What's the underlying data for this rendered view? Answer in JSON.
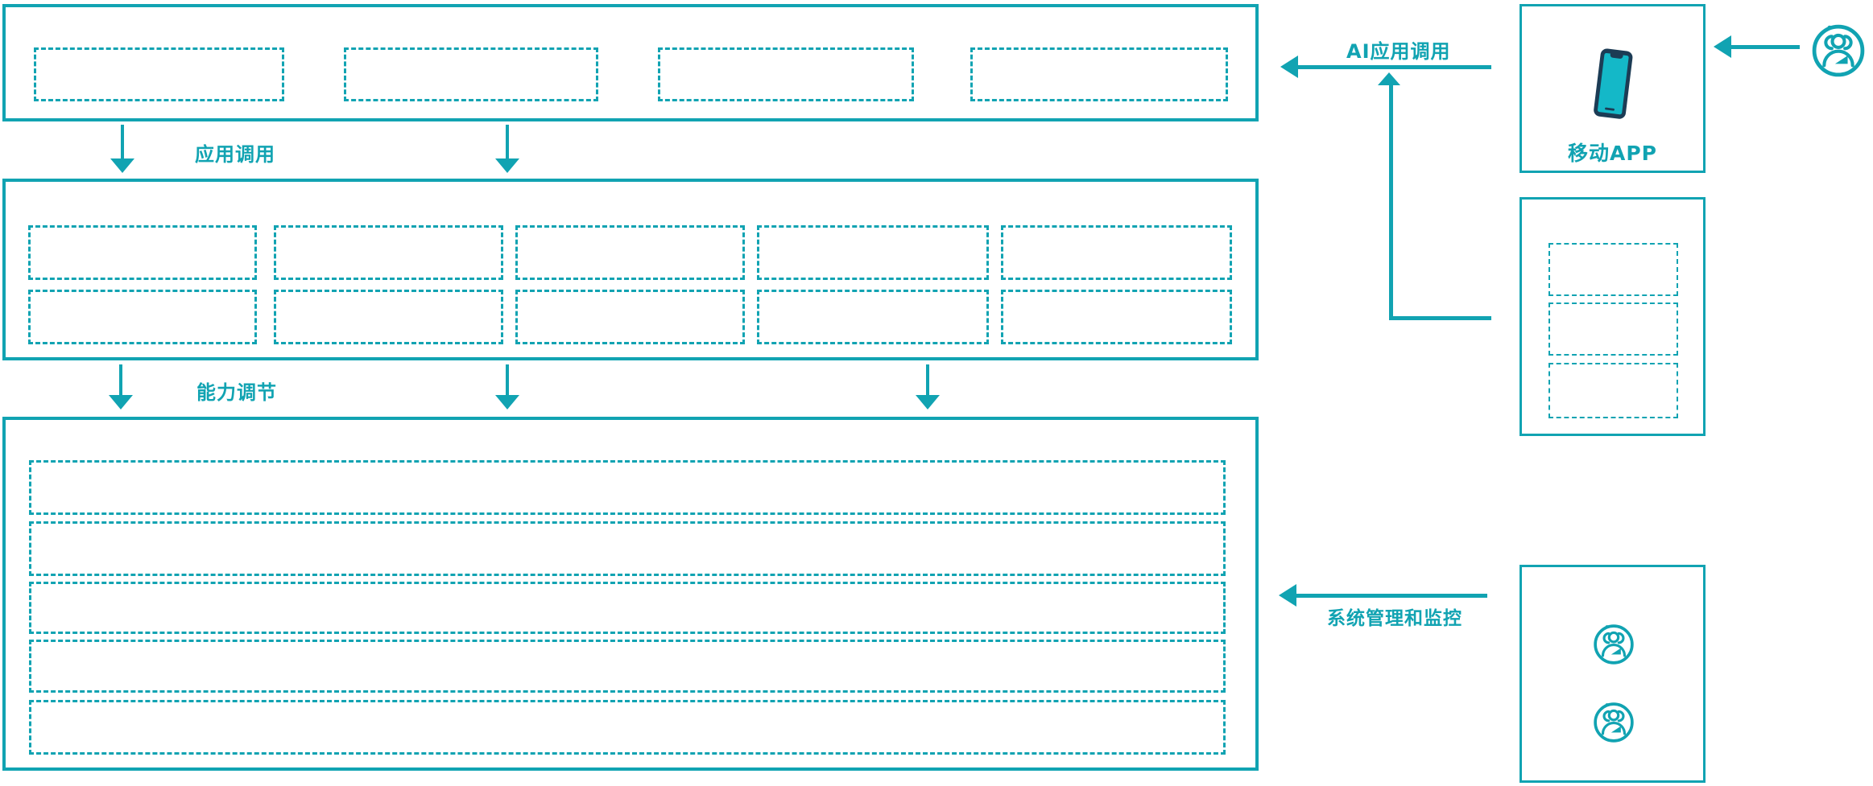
{
  "colors": {
    "teal": "#11A3B2",
    "teal_bright": "#14B8C8",
    "navy": "#1C3C55"
  },
  "labels": {
    "app_call": "应用调用",
    "capability_adjust": "能力调节",
    "ai_app_call": "AI应用调用",
    "system_monitor": "系统管理和监控",
    "mobile_app": "移动APP"
  },
  "panels": {
    "top_layer": {
      "placeholder_count": 4
    },
    "middle_layer": {
      "rows": 2,
      "columns": 5
    },
    "bottom_layer": {
      "row_count": 5
    },
    "right_stacked": {
      "placeholder_count": 3
    },
    "right_users": {
      "icon_count": 2
    }
  },
  "icons": {
    "phone": "smartphone-icon",
    "users": "user-group-icon"
  }
}
